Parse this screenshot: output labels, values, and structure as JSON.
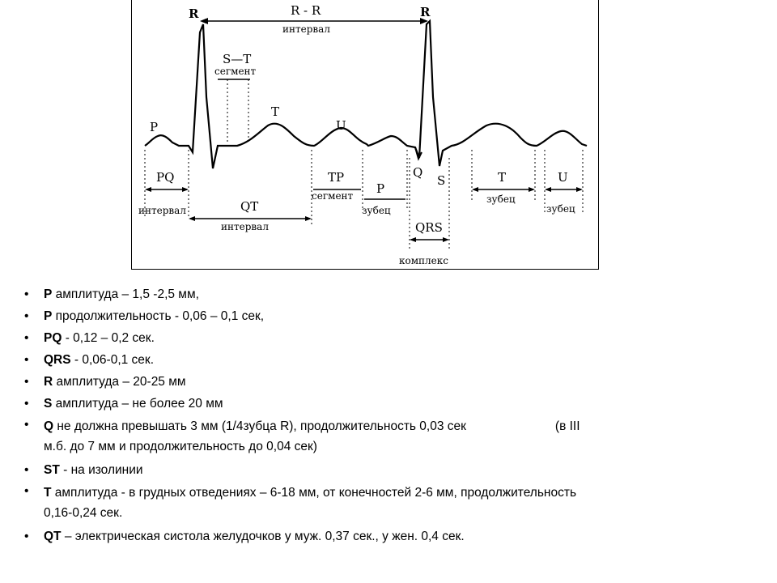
{
  "diagram": {
    "labels": {
      "rr_label": "R - R",
      "rr_sub": "интервал",
      "r_left": "R",
      "r_right": "R",
      "st_label": "S—T",
      "st_sub": "сегмент",
      "t_top": "T",
      "p_top": "P",
      "u_top": "U",
      "q_label": "Q",
      "s_label": "S",
      "pq_label": "PQ",
      "pq_sub": "интервал",
      "qt_label": "QT",
      "qt_sub": "интервал",
      "tp_label": "TP",
      "tp_sub": "сегмент",
      "p_box": "P",
      "p_sub": "зубец",
      "qrs_label": "QRS",
      "qrs_sub": "комплекс",
      "t_box": "T",
      "t_sub": "зубец",
      "u_box": "U",
      "u_sub": "зубец"
    }
  },
  "notes": [
    {
      "key": "P",
      "text": " амплитуда – 1,5 -2,5 мм,"
    },
    {
      "key": "P",
      "text": " продолжительность - 0,06 – 0,1 сек,"
    },
    {
      "key": "PQ",
      "text": " - 0,12 – 0,2 сек."
    },
    {
      "key": "QRS",
      "text": " - 0,06-0,1 сек."
    },
    {
      "key": "R",
      "text": " амплитуда – 20-25 мм"
    },
    {
      "key": "S",
      "text": " амплитуда – не более 20 мм"
    },
    {
      "key": "Q",
      "text": " не должна превышать 3 мм (1/4зубца R), продолжительность 0,03 сек",
      "text2": "(в III",
      "line2": "м.б. до 7 мм и продолжительность до 0,04 сек)"
    },
    {
      "key": "ST",
      "text": " - на изолинии"
    },
    {
      "key": "T",
      "text": " амплитуда -  в грудных отведениях – 6-18 мм, от конечностей 2-6 мм, продолжительность",
      "line2": "0,16-0,24 сек."
    },
    {
      "key": "QT",
      "text": " – электрическая систола желудочков  у муж. 0,37 сек., у жен. 0,4 сек."
    }
  ]
}
